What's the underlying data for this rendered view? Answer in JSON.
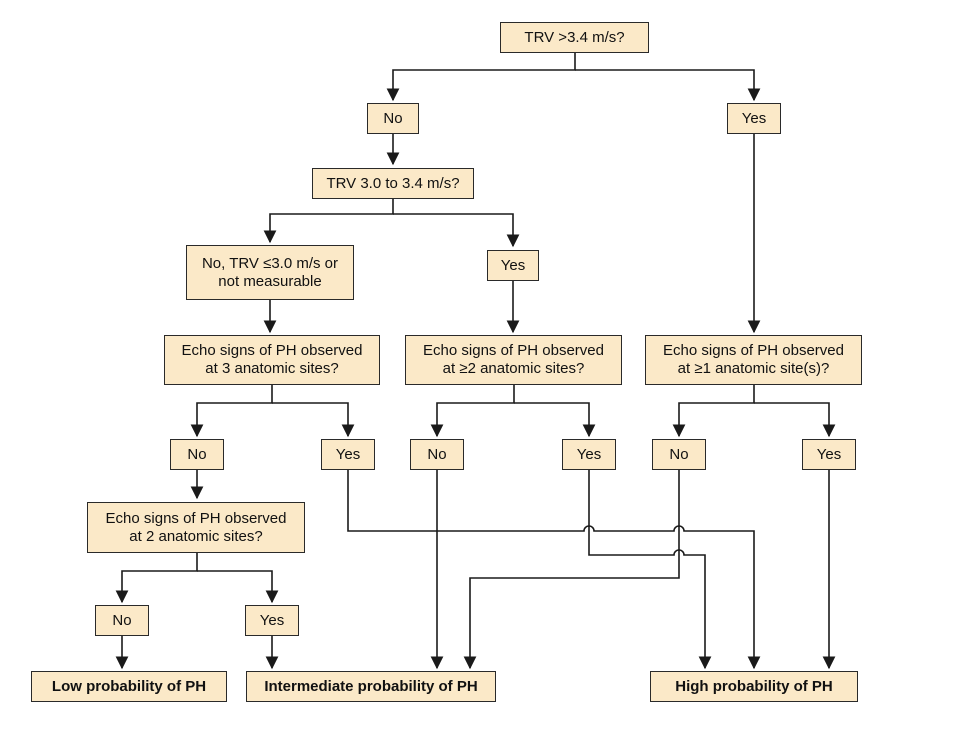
{
  "nodes": {
    "q1": "TRV >3.4 m/s?",
    "q1_no": "No",
    "q1_yes": "Yes",
    "q2": "TRV 3.0 to 3.4 m/s?",
    "q2_no_line1": "No, TRV ≤3.0 m/s or",
    "q2_no_line2": "not measurable",
    "q2_yes": "Yes",
    "echo3_line1": "Echo signs of PH observed",
    "echo3_line2": "at 3 anatomic sites?",
    "echo_ge2_line1": "Echo signs of PH observed",
    "echo_ge2_line2": "at ≥2 anatomic sites?",
    "echo_ge1_line1": "Echo signs of PH observed",
    "echo_ge1_line2": "at ≥1 anatomic site(s)?",
    "e3_no": "No",
    "e3_yes": "Yes",
    "e2p_no": "No",
    "e2p_yes": "Yes",
    "e1p_no": "No",
    "e1p_yes": "Yes",
    "echo2_line1": "Echo signs of PH observed",
    "echo2_line2": "at 2 anatomic sites?",
    "e2_no": "No",
    "e2_yes": "Yes",
    "low": "Low probability of PH",
    "intermediate": "Intermediate probability of PH",
    "high": "High probability of PH"
  },
  "colors": {
    "box_fill": "#fbe9c8",
    "box_border": "#2a2a2a",
    "line": "#1a1a1a"
  }
}
